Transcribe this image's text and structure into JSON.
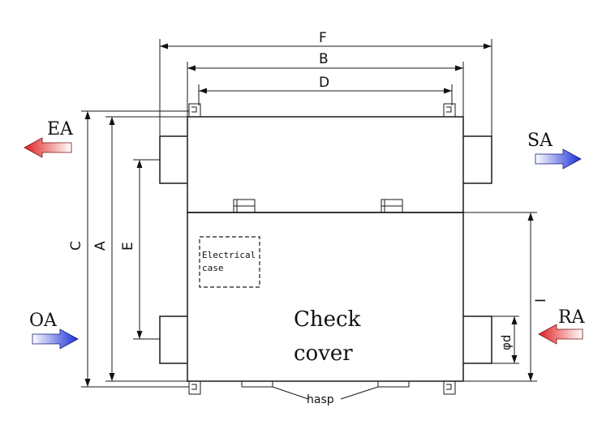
{
  "dimensions": {
    "F": "F",
    "B": "B",
    "D": "D",
    "C": "C",
    "A": "A",
    "E": "E",
    "I": "I",
    "phi_d": "φd"
  },
  "airflows": {
    "EA": {
      "label": "EA",
      "color": "#e02020"
    },
    "SA": {
      "label": "SA",
      "color": "#1a2fd6"
    },
    "OA": {
      "label": "OA",
      "color": "#1a2fd6"
    },
    "RA": {
      "label": "RA",
      "color": "#e02020"
    }
  },
  "components": {
    "electrical_case_line1": "Electrical",
    "electrical_case_line2": "case",
    "check_cover_line1": "Check",
    "check_cover_line2": "cover",
    "hasp": "hasp"
  }
}
